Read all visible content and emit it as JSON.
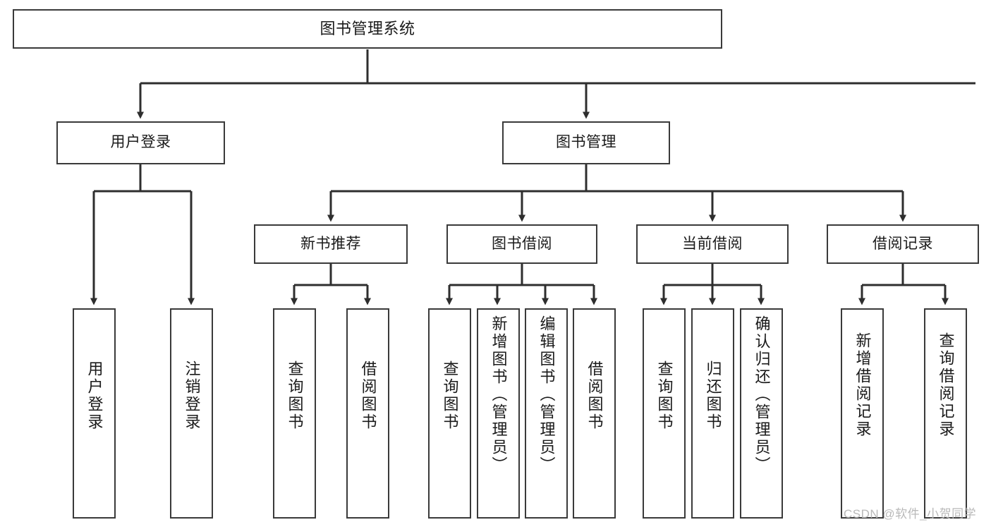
{
  "diagram": {
    "title": "图书管理系统",
    "type": "tree",
    "watermark": "CSDN @软件_小贺同学",
    "colors": {
      "box_border": "#3a3a3a",
      "box_fill": "#ffffff",
      "edge": "#2e2e2e",
      "text": "#1a1a1a",
      "watermark": "#b9b9b9",
      "background": "#ffffff"
    },
    "nodes": {
      "root": {
        "label": "图书管理系统"
      },
      "level2": [
        {
          "id": "user-login",
          "label": "用户登录"
        },
        {
          "id": "book-manage",
          "label": "图书管理"
        }
      ],
      "level3": [
        {
          "id": "new-book-recommend",
          "label": "新书推荐"
        },
        {
          "id": "book-borrow",
          "label": "图书借阅"
        },
        {
          "id": "current-borrow",
          "label": "当前借阅"
        },
        {
          "id": "borrow-record",
          "label": "借阅记录"
        }
      ],
      "leaves": {
        "user_login": [
          {
            "id": "leaf-user-login",
            "label": "用户登录"
          },
          {
            "id": "leaf-logout-login",
            "label": "注销登录"
          }
        ],
        "new_book_recommend": [
          {
            "id": "leaf-query-book-1",
            "label": "查询图书"
          },
          {
            "id": "leaf-borrow-book-1",
            "label": "借阅图书"
          }
        ],
        "book_borrow": [
          {
            "id": "leaf-query-book-2",
            "label": "查询图书"
          },
          {
            "id": "leaf-add-book",
            "label": "新增图书（管理员）"
          },
          {
            "id": "leaf-edit-book",
            "label": "编辑图书（管理员）"
          },
          {
            "id": "leaf-borrow-book-2",
            "label": "借阅图书"
          }
        ],
        "current_borrow": [
          {
            "id": "leaf-query-book-3",
            "label": "查询图书"
          },
          {
            "id": "leaf-return-book",
            "label": "归还图书"
          },
          {
            "id": "leaf-confirm-return",
            "label": "确认归还（管理员）"
          }
        ],
        "borrow_record": [
          {
            "id": "leaf-add-record",
            "label": "新增借阅记录"
          },
          {
            "id": "leaf-query-record",
            "label": "查询借阅记录"
          }
        ]
      }
    }
  }
}
